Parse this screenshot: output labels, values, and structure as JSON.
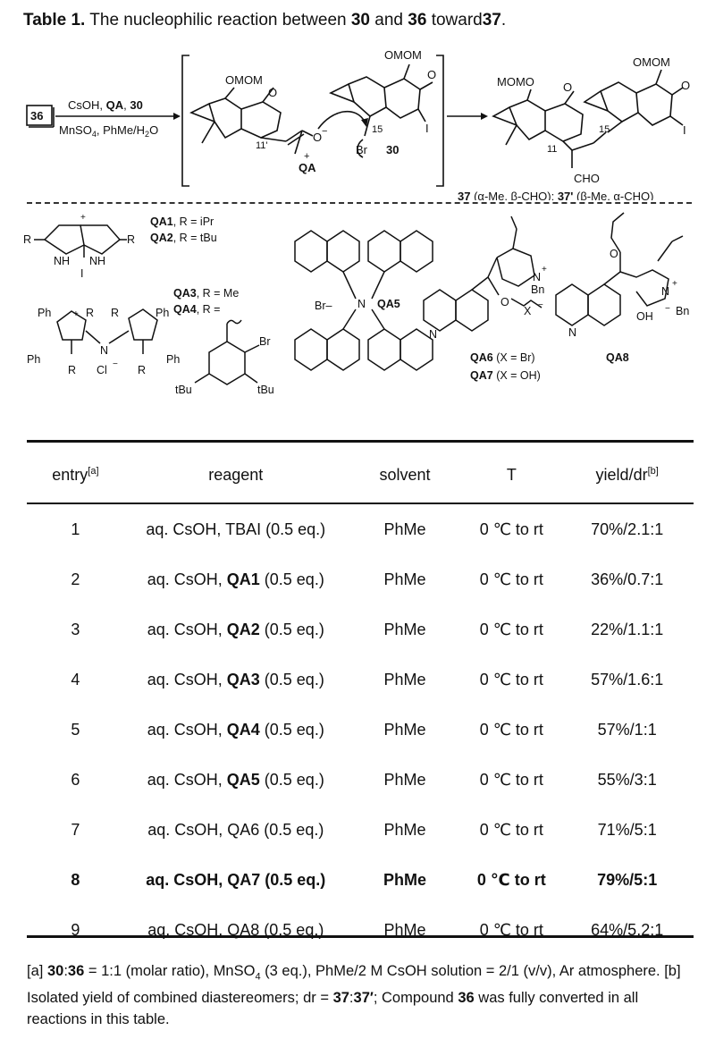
{
  "caption": {
    "label": "Table 1.",
    "text_a": "The nucleophilic reaction between",
    "c1": "30",
    "text_b": "and",
    "c2": "36",
    "text_c": "toward",
    "c3": "37",
    "end": "."
  },
  "scheme": {
    "start_compound": "36",
    "cond_top_a": "CsOH,",
    "cond_top_b": "QA",
    "cond_top_c": "30",
    "cond_bottom": "MnSO",
    "cond_bottom_sub": "4",
    "cond_bottom_end": ", PhMe/H",
    "cond_bottom_sub2": "2",
    "cond_bottom_end2": "O",
    "omom": "OMOM",
    "o": "O",
    "o_minus": "O",
    "minus": "−",
    "plus": "+",
    "qa": "QA",
    "pos_11p": "11'",
    "pos_15": "15",
    "pos_11": "11",
    "br": "Br",
    "c30": "30",
    "i": "I",
    "momo": "MOMO",
    "cho": "CHO",
    "product_label": "37",
    "product_desc": "(α-Me, β-CHO);",
    "product_label2": "37'",
    "product_desc2": "(β-Me, α-CHO)"
  },
  "catalysts": {
    "r": "R",
    "nh": "NH",
    "i_label": "I",
    "qa1": "QA1",
    "qa1_r": ", R = iPr",
    "qa2": "QA2",
    "qa2_r": ", R = tBu",
    "ph": "Ph",
    "n": "N",
    "cl": "Cl",
    "qa3": "QA3",
    "qa3_r": ", R = Me",
    "qa4": "QA4",
    "qa4_r": ", R =",
    "br": "Br",
    "tbu": "tBu",
    "br_minus": "Br–",
    "qa5": "QA5",
    "bn": "Bn",
    "x": "X",
    "oh": "OH",
    "qa6": "QA6",
    "qa6_x": "(X = Br)",
    "qa7": "QA7",
    "qa7_x": "(X = OH)",
    "qa8": "QA8"
  },
  "table": {
    "headers": {
      "entry": "entry",
      "entry_note": "[a]",
      "reagent": "reagent",
      "solvent": "solvent",
      "temp": "T",
      "yield": "yield/dr",
      "yield_note": "[b]"
    },
    "rows": [
      {
        "entry": "1",
        "reagent_pre": "aq. CsOH, TBAI (0.5 eq.)",
        "reagent_bold": "",
        "reagent_post": "",
        "solvent": "PhMe",
        "temp": "0 ℃ to rt",
        "yield": "70%/2.1:1"
      },
      {
        "entry": "2",
        "reagent_pre": "aq. CsOH, ",
        "reagent_bold": "QA1",
        "reagent_post": " (0.5 eq.)",
        "solvent": "PhMe",
        "temp": "0 ℃ to rt",
        "yield": "36%/0.7:1"
      },
      {
        "entry": "3",
        "reagent_pre": "aq. CsOH, ",
        "reagent_bold": "QA2",
        "reagent_post": " (0.5 eq.)",
        "solvent": "PhMe",
        "temp": "0 ℃ to rt",
        "yield": "22%/1.1:1"
      },
      {
        "entry": "4",
        "reagent_pre": "aq. CsOH, ",
        "reagent_bold": "QA3",
        "reagent_post": " (0.5 eq.)",
        "solvent": "PhMe",
        "temp": "0 ℃ to rt",
        "yield": "57%/1.6:1"
      },
      {
        "entry": "5",
        "reagent_pre": "aq. CsOH, ",
        "reagent_bold": "QA4",
        "reagent_post": " (0.5 eq.)",
        "solvent": "PhMe",
        "temp": "0 ℃ to rt",
        "yield": "57%/1:1"
      },
      {
        "entry": "6",
        "reagent_pre": "aq. CsOH, ",
        "reagent_bold": "QA5",
        "reagent_post": " (0.5 eq.)",
        "solvent": "PhMe",
        "temp": "0 ℃ to rt",
        "yield": "55%/3:1"
      },
      {
        "entry": "7",
        "reagent_pre": "aq. CsOH, QA6 (0.5 eq.)",
        "reagent_bold": "",
        "reagent_post": "",
        "solvent": "PhMe",
        "temp": "0 ℃ to rt",
        "yield": "71%/5:1"
      },
      {
        "entry": "8",
        "reagent_pre": "aq. CsOH, QA7 (0.5 eq.)",
        "reagent_bold": "",
        "reagent_post": "",
        "solvent": "PhMe",
        "temp": "0 ℃ to rt",
        "yield": "79%/5:1"
      },
      {
        "entry": "9",
        "reagent_pre": "aq. CsOH, QA8 (0.5 eq.)",
        "reagent_bold": "",
        "reagent_post": "",
        "solvent": "PhMe",
        "temp": "0 ℃ to rt",
        "yield": "64%/5.2:1"
      }
    ]
  },
  "footnote": {
    "a_mark": "[a]",
    "a_c1": "30",
    "a_colon": ":",
    "a_c2": "36",
    "a_text1": " = 1:1 (molar ratio), MnSO",
    "a_sub": "4",
    "a_text2": " (3 eq.), PhMe/2 M CsOH solution = 2/1 (v/v), Ar atmosphere.",
    "b_mark": "[b]",
    "b_text1": " Isolated yield of combined diastereomers; dr =",
    "b_c1": "37",
    "b_colon": ":",
    "b_c2": "37′",
    "b_semi": ";",
    "b_text2": "Compound",
    "b_c3": "36",
    "b_text3": "was fully converted in all reactions in this table."
  }
}
